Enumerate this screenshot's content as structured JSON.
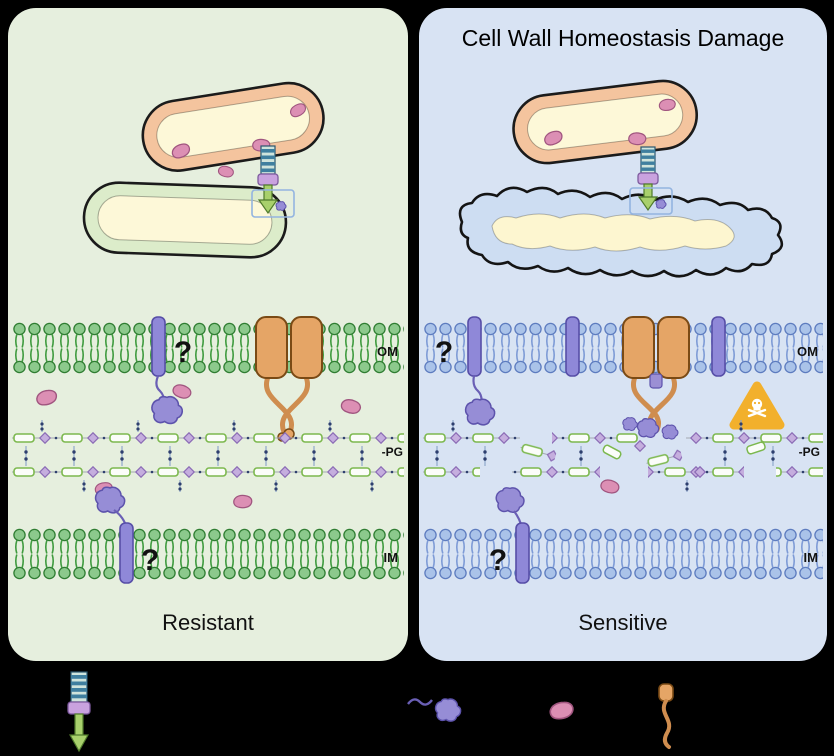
{
  "figure": {
    "right_title": "Cell Wall Homeostasis Damage"
  },
  "left_panel": {
    "caption": "Resistant",
    "bg": "#e6efde",
    "om_label": "OM",
    "pg_label": "-PG",
    "im_label": "IM",
    "om_question": "?",
    "im_question": "?"
  },
  "right_panel": {
    "caption": "Sensitive",
    "bg": "#d8e3f3",
    "om_label": "OM",
    "pg_label": "-PG",
    "im_label": "IM",
    "om_question": "?",
    "im_question": "?"
  },
  "legend": {
    "items": [
      {
        "name": "t6ss-apparatus-icon"
      },
      {
        "name": "periplasmic-protein-icon"
      },
      {
        "name": "effector-icon"
      },
      {
        "name": "membrane-complex-fiber-icon"
      }
    ]
  },
  "colors": {
    "page_bg": "#000000",
    "left_bg": "#e6efde",
    "right_bg": "#d8e3f3",
    "left_membrane_head": "#8cc98c",
    "left_membrane_tail": "#3f9b3f",
    "right_membrane_head": "#aac3e9",
    "right_membrane_tail": "#7e9bd6",
    "protein_purple": "#968dd6",
    "transmembrane_purple": "#8f88d8",
    "effector_pink": "#dc8fb4",
    "complex_orange": "#e5a566",
    "pg_green": "#7cb84e",
    "pg_purple": "#c5aede",
    "warning_yellow": "#f2b02c",
    "attacker_cell": "#f4c49e",
    "prey_cell_left": "#dcecca",
    "prey_cell_right": "#cdddf2",
    "cytoplasm": "#fdf8d8",
    "needle_green": "#a8d06c",
    "needle_collar": "#c9a2df",
    "needle_stripe": "#3f7f9f"
  }
}
